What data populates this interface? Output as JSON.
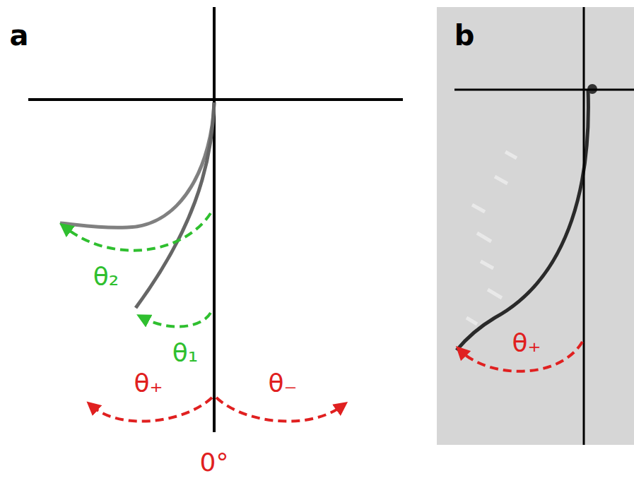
{
  "diagram": {
    "labels": [
      "a",
      "b",
      "θ₂",
      "θ₁",
      "θ₊",
      "θ₋",
      "0°",
      "θ₊"
    ]
  }
}
